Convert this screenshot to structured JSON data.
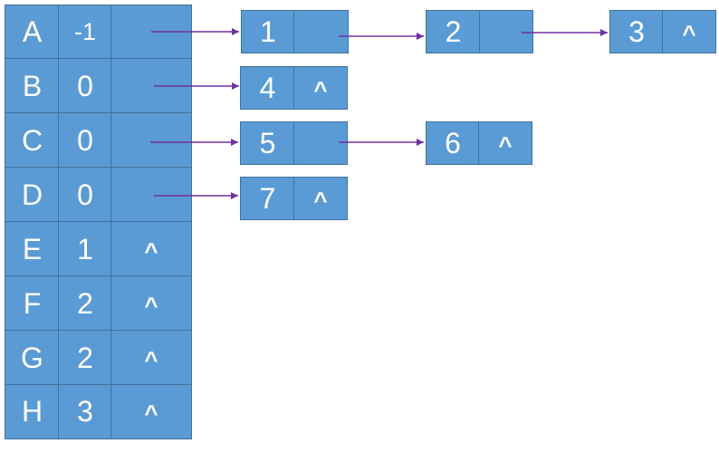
{
  "head_table": [
    {
      "letter": "A",
      "value": "-1",
      "ptr": ""
    },
    {
      "letter": "B",
      "value": "0",
      "ptr": ""
    },
    {
      "letter": "C",
      "value": "0",
      "ptr": ""
    },
    {
      "letter": "D",
      "value": "0",
      "ptr": ""
    },
    {
      "letter": "E",
      "value": "1",
      "ptr": "^"
    },
    {
      "letter": "F",
      "value": "2",
      "ptr": "^"
    },
    {
      "letter": "G",
      "value": "2",
      "ptr": "^"
    },
    {
      "letter": "H",
      "value": "3",
      "ptr": "^"
    }
  ],
  "lists": [
    [
      {
        "value": "1",
        "next": ""
      },
      {
        "value": "2",
        "next": ""
      },
      {
        "value": "3",
        "next": "^"
      }
    ],
    [
      {
        "value": "4",
        "next": "^"
      }
    ],
    [
      {
        "value": "5",
        "next": ""
      },
      {
        "value": "6",
        "next": "^"
      }
    ],
    [
      {
        "value": "7",
        "next": "^"
      }
    ]
  ],
  "colors": {
    "fill": "#5b9bd5",
    "border": "#41719c",
    "arrow": "#7030a0"
  }
}
